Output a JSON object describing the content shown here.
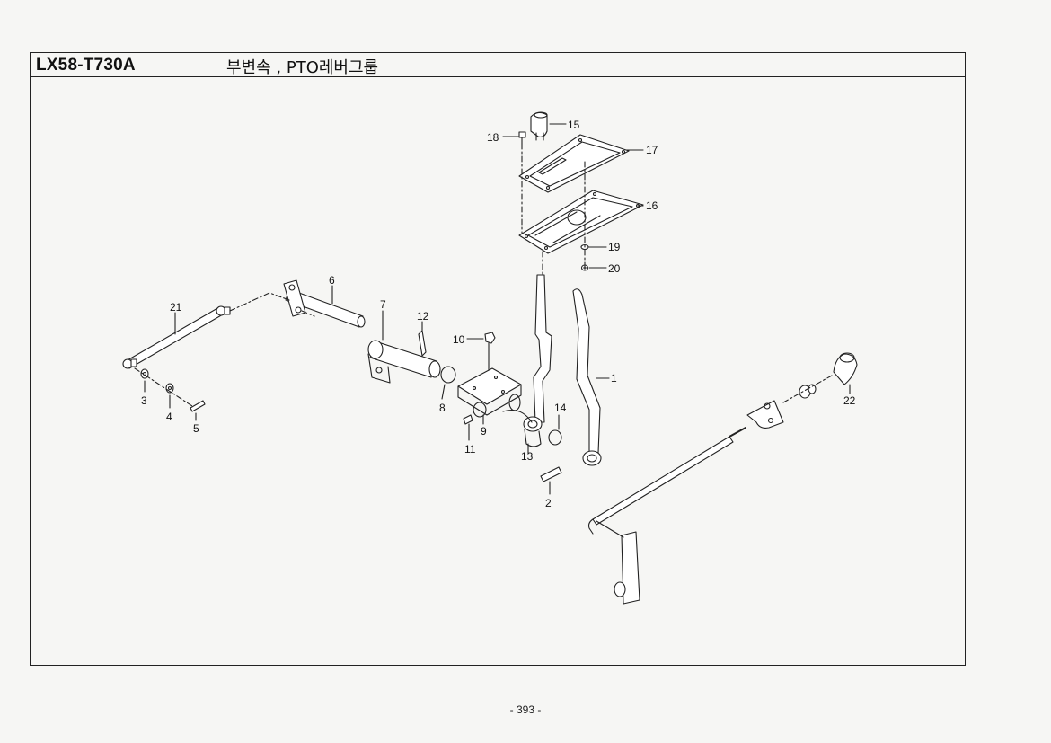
{
  "header": {
    "model_code": "LX58-T730A",
    "section_title": "부변속 , PTO레버그룹"
  },
  "callouts": {
    "p1": "1",
    "p2": "2",
    "p3": "3",
    "p4": "4",
    "p5": "5",
    "p6": "6",
    "p7": "7",
    "p8": "8",
    "p9": "9",
    "p10": "10",
    "p11": "11",
    "p12": "12",
    "p13": "13",
    "p14": "14",
    "p15": "15",
    "p16": "16",
    "p17": "17",
    "p18": "18",
    "p19": "19",
    "p20": "20",
    "p21": "21",
    "p22": "22"
  },
  "footer": {
    "page_number": "- 393 -"
  }
}
